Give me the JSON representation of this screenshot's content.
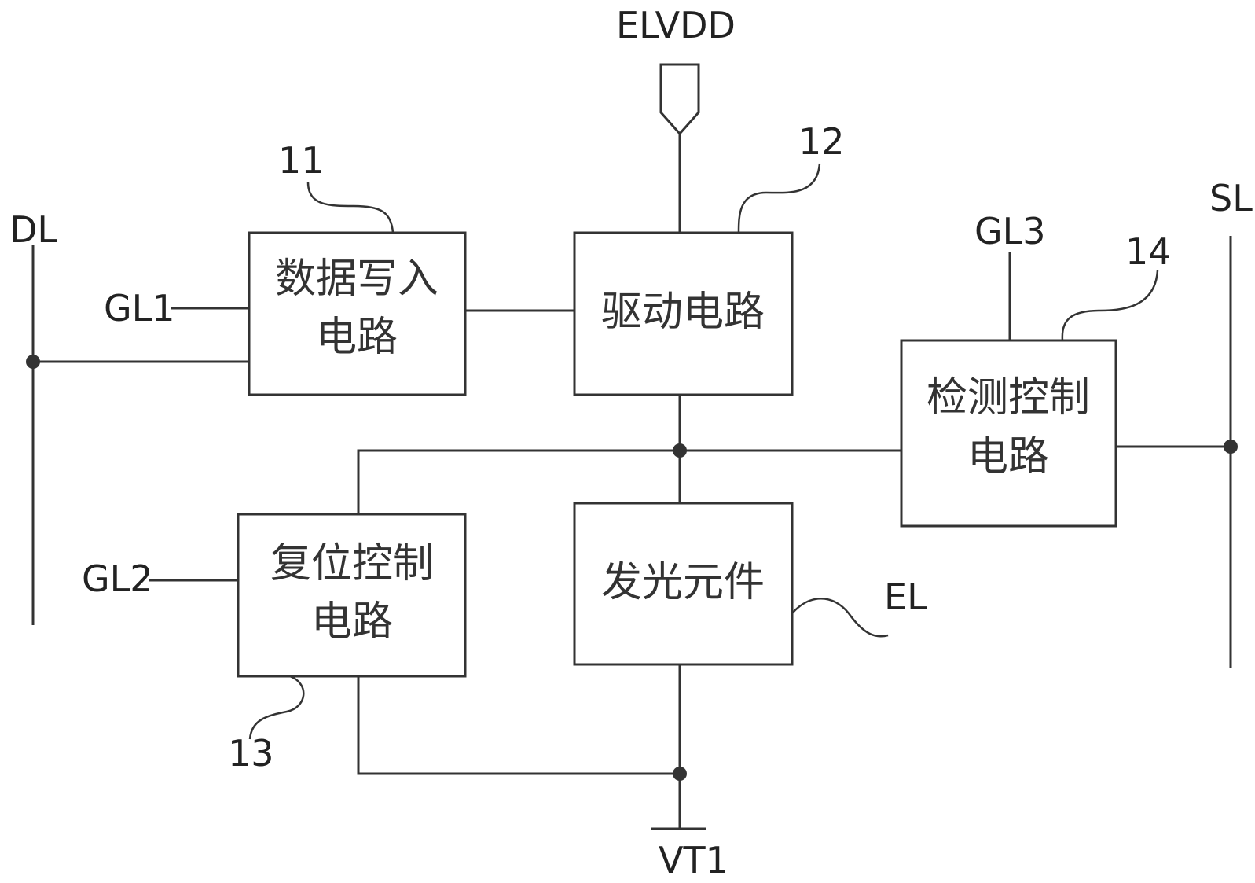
{
  "labels": {
    "elvdd": "ELVDD",
    "dl": "DL",
    "sl": "SL",
    "gl1": "GL1",
    "gl2": "GL2",
    "gl3": "GL3",
    "el": "EL",
    "vt1": "VT1"
  },
  "refs": {
    "r11": "11",
    "r12": "12",
    "r13": "13",
    "r14": "14"
  },
  "blocks": {
    "data_write": {
      "line1": "数据写入",
      "line2": "电路"
    },
    "drive": {
      "line1": "驱动电路"
    },
    "reset": {
      "line1": "复位控制",
      "line2": "电路"
    },
    "light": {
      "line1": "发光元件"
    },
    "detect": {
      "line1": "检测控制",
      "line2": "电路"
    }
  }
}
